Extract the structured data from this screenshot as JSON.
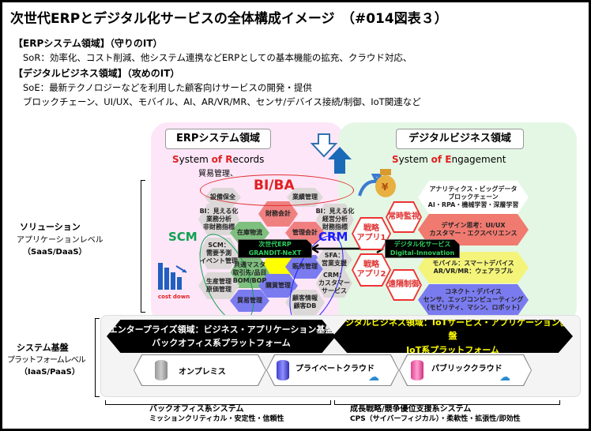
{
  "title": "次世代ERPとデジタル化サービスの全体構成イメージ　（#014図表３）",
  "intro": {
    "erp_heading": "【ERPシステム領域】（守りのIT）",
    "erp_desc": "SoR：効率化、コスト削減、他システム連携などERPとしての基本機能の拡充、クラウド対応、",
    "digital_heading": "【デジタルビジネス領域】（攻めのIT）",
    "digital_desc1": "SoE：最新テクノロジーなどを利用した顧客向けサービスの開発・提供",
    "digital_desc2": "ブロックチェーン、UI/UX、モバイル、AI、AR/VR/MR、センサ/デバイス接続/制御、IoT関連など"
  },
  "erp_area": {
    "title": "ERPシステム領域",
    "sor_s": "S",
    "sor_1": "ystem ",
    "sor_o": "of ",
    "sor_r": "R",
    "sor_2": "ecords",
    "sub": "貿易管理、"
  },
  "digital_area": {
    "title": "デジタルビジネス領域",
    "soe_s": "S",
    "soe_1": "ystem ",
    "soe_o": "of ",
    "soe_e": "E",
    "soe_2": "ngagement"
  },
  "left_labels": {
    "solution": "ソリューション",
    "solution_sub": "アプリケーションレベル",
    "solution_sub2": "（SaaS/DaaS）",
    "infra": "システム基盤",
    "infra_sub": "プラットフォームレベル",
    "infra_sub2": "（IaaS/PaaS）"
  },
  "bi_ba": "BI/BA",
  "scm": "SCM",
  "crm": "CRM",
  "cost_down": "cost down",
  "erp_hexes": {
    "setsubi": "設備保全",
    "gyoseki": "業績管理",
    "bi_left": "BI：見える化\n業務分析\n非財務指標",
    "zaimu": "財務会計",
    "bi_right": "BI：見える化\n経営分析\n財務指標",
    "zaiko": "在庫物流",
    "kanri": "管理会計",
    "scm_hex": "SCM：\n需要予測\nイベント管理",
    "master": "共通マスタ\n取引先/品目\nBOM/BOP",
    "hanbai": "販売管理",
    "sfa": "SFA：\n営業支援",
    "seisan": "生産管理\n原価管理",
    "kobai": "購買管理",
    "crm_hex": "CRM：\nカスタマー\nサービス",
    "boeki": "貿易管理",
    "kokyaku": "顧客情報\n顧客DB"
  },
  "erp_core": {
    "line1": "次世代ERP",
    "line2": "GRANDIT-NeXT"
  },
  "digital_core": {
    "line1": "デジタル化サービス",
    "line2": "Digital-Innovation"
  },
  "strategy_hexes": {
    "app1": "戦略\nアプリ1",
    "app2": "戦略\nアプリ2",
    "joji": "常時監視",
    "enkaku": "遠隔制御"
  },
  "tech_hexes": [
    {
      "text": "アナリティクス・ビッグデータ\nブロックチェーン\nAI・RPA・機械学習・深層学習",
      "color": "#ffffff"
    },
    {
      "text": "デザイン思考：UI/UX\nカスタマー・エクスペリエンス",
      "color": "#f07a70"
    },
    {
      "text": "モバイル：スマートデバイス\nAR/VR/MR：ウェアラブル",
      "color": "#f4f47a"
    },
    {
      "text": "コネクト・デバイス\nセンサ、エッジコンピューティング\n（モビリティ、マシン、ロボット）",
      "color": "#7b7bf0"
    }
  ],
  "platform": {
    "enterprise1": "エンタープライズ領域：ビジネス・アプリケーション基盤",
    "enterprise2": "バックオフィス系プラットフォーム",
    "digital1": "デジタルビジネス領域：IoTサービス・アプリケーション基盤",
    "digital2": "IoT系プラットフォーム"
  },
  "hosting": {
    "onprem": "オンプレミス",
    "private": "プライベートクラウド",
    "public": "パブリッククラウド"
  },
  "bottom": {
    "left1": "バックオフィス系システム",
    "left2": "ミッションクリティカル・安定性・信頼性",
    "right1": "成長戦略/競争優位支援系システム",
    "right2": "CPS（サイバーフィジカル）・柔軟性・拡張性/即効性"
  },
  "colors": {
    "erp_bg": "#fde6f8",
    "digital_bg": "#e4f7e4",
    "red": "#e02020",
    "scm": "#10a050",
    "crm": "#1a1aff",
    "yellow": "#ffff00"
  }
}
